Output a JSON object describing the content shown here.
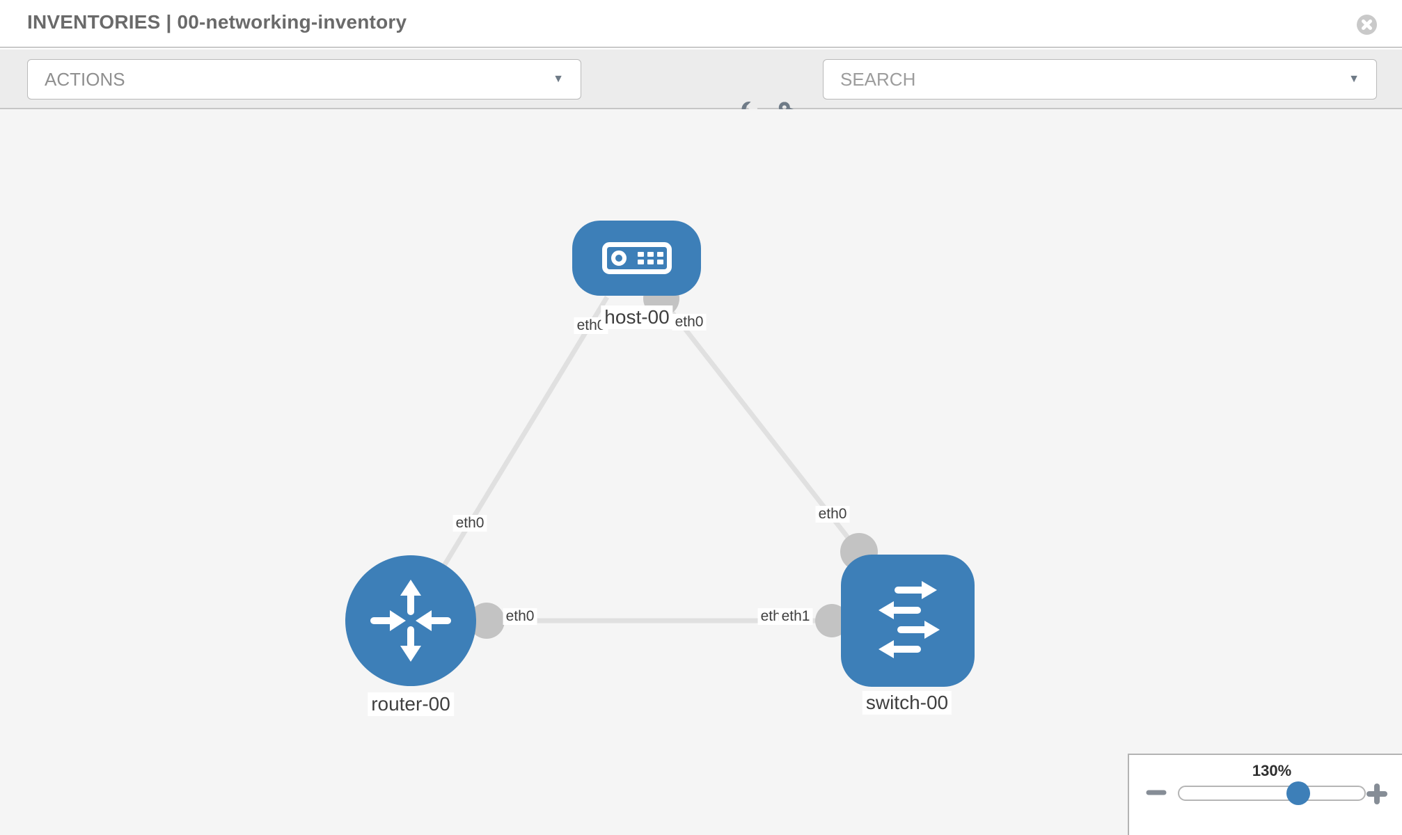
{
  "window": {
    "title": "INVENTORIES | 00-networking-inventory"
  },
  "toolbar": {
    "actions": {
      "placeholder": "ACTIONS",
      "caret": "▼"
    },
    "search": {
      "placeholder": "SEARCH",
      "caret": "▼"
    },
    "tools": [
      {
        "icon": "wrench-icon"
      },
      {
        "icon": "key-icon"
      }
    ]
  },
  "diagram": {
    "nodes": [
      {
        "id": "host-00",
        "type": "host",
        "label": "host-00"
      },
      {
        "id": "router-00",
        "type": "router",
        "label": "router-00"
      },
      {
        "id": "switch-00",
        "type": "switch",
        "label": "switch-00"
      }
    ],
    "links": [
      {
        "from": "host-00",
        "from_if": "eth0",
        "to": "router-00",
        "to_if": "eth0"
      },
      {
        "from": "host-00",
        "from_if": "eth0",
        "to": "switch-00",
        "to_if": "eth0"
      },
      {
        "from": "router-00",
        "from_if": "eth0",
        "to": "switch-00",
        "to_if": "eth1",
        "overlapped_label": "eth0"
      }
    ]
  },
  "zoom": {
    "level": "130%",
    "slider_position_pct": 64
  },
  "colors": {
    "node_blue": "#3d7fb8",
    "port_gray": "#c3c3c3",
    "link_gray": "#e0e0e0",
    "canvas_bg": "#f5f5f5",
    "toolbar_bg": "#ececec"
  }
}
